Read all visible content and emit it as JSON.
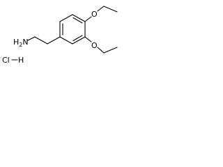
{
  "molecule": {
    "atoms": {
      "o_upper": "O",
      "o_lower": "O",
      "amine_h2": "H",
      "amine_sub": "2",
      "amine_n": "N",
      "salt_cl": "Cl",
      "salt_h": "H"
    },
    "colors": {
      "bond": "#000000",
      "label": "#000000",
      "background": "#ffffff"
    }
  }
}
